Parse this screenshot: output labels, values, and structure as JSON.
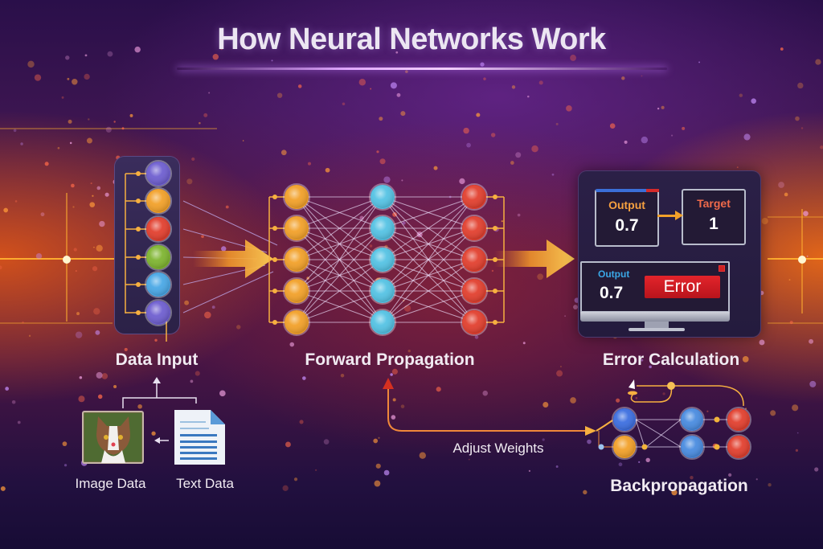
{
  "title": "How Neural Networks Work",
  "stages": {
    "data_input": "Data Input",
    "forward_propagation": "Forward Propagation",
    "error_calculation": "Error Calculation",
    "backpropagation": "Backpropagation"
  },
  "sources": {
    "image": "Image Data",
    "text": "Text Data"
  },
  "feedback_label": "Adjust Weights",
  "error_panel": {
    "output_label": "Output",
    "output_value": "0.7",
    "target_label": "Target",
    "target_value": "1",
    "output2_label": "Output",
    "output2_value": "0.7",
    "error_label": "Error"
  },
  "input_nodes": [
    "purple",
    "orange",
    "red",
    "green",
    "blue",
    "purple"
  ],
  "colors": {
    "purple": "#6f5fd0",
    "orange": "#f2a12a",
    "red": "#e2402f",
    "green": "#7fb531",
    "blue": "#4aa8e6",
    "cyan": "#55c3e4",
    "accent": "#f7b040",
    "error": "#d91e26",
    "output_label": "#f5a040",
    "target_label": "#f06a4a",
    "output2_label": "#3aa7e6"
  },
  "network_layers": [
    {
      "name": "input",
      "color": "orange",
      "count": 5
    },
    {
      "name": "hidden",
      "color": "cyan",
      "count": 5
    },
    {
      "name": "output",
      "color": "red",
      "count": 5
    }
  ],
  "backprop_nodes": [
    {
      "row": 0,
      "col": 0,
      "color": "#3d6fe0"
    },
    {
      "row": 0,
      "col": 1,
      "color": "#4a8ce0"
    },
    {
      "row": 0,
      "col": 2,
      "color": "#e2402f"
    },
    {
      "row": 1,
      "col": 0,
      "color": "#f2a12a"
    },
    {
      "row": 1,
      "col": 1,
      "color": "#4a8ce0"
    },
    {
      "row": 1,
      "col": 2,
      "color": "#e2402f"
    }
  ]
}
